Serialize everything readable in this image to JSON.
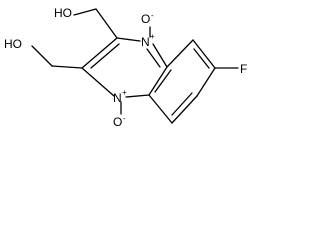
{
  "molecule": {
    "atoms": {
      "ho_upper": "HO",
      "ho_lower": "HO",
      "n_top": "N",
      "n_top_charge": "+",
      "o_top": "O",
      "o_top_charge": "-",
      "n_bottom": "N",
      "n_bottom_charge": "+",
      "o_bottom": "O",
      "o_bottom_charge": "-",
      "fluorine": "F"
    }
  }
}
